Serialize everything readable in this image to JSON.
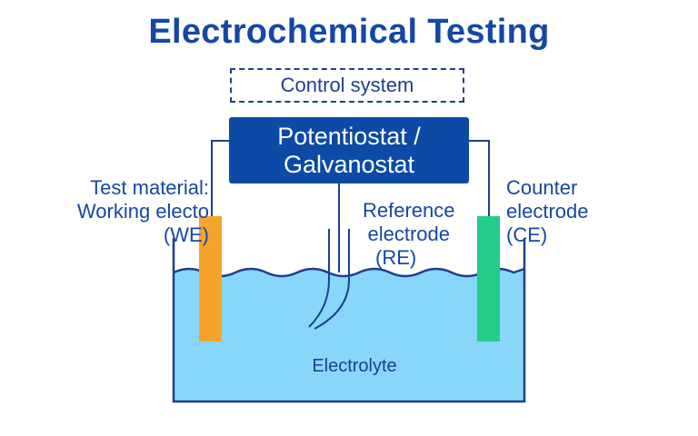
{
  "title": "Electrochemical Testing",
  "control_system": "Control system",
  "potentiostat": {
    "line1": "Potentiostat /",
    "line2": "Galvanostat"
  },
  "working_electrode": {
    "line1": "Test material:",
    "line2": "Working electo",
    "line3": "(WE)"
  },
  "reference_electrode": {
    "line1": "Reference",
    "line2": "electrode",
    "line3": "(RE)"
  },
  "counter_electrode": {
    "line1": "Counter",
    "line2": "electrode",
    "line3": "(CE)"
  },
  "electrolyte": "Electrolyte",
  "colors": {
    "title": "#1547a6",
    "potentiostat_box": "#0c4aa6",
    "electrolyte": "#88d7fa",
    "working_electrode": "#f5a42b",
    "counter_electrode": "#23cc8a",
    "wires": "#1e3f8f"
  }
}
